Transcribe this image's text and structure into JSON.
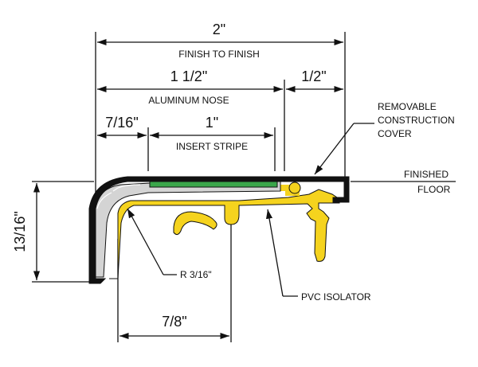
{
  "dimensions": {
    "overall": "2\"",
    "overall_label": "FINISH TO FINISH",
    "nose": "1 1/2\"",
    "nose_label": "ALUMINUM NOSE",
    "cover": "1/2\"",
    "offset": "7/16\"",
    "stripe": "1\"",
    "stripe_label": "INSERT STRIPE",
    "height": "13/16\"",
    "bottom": "7/8\""
  },
  "callouts": {
    "removable_1": "REMOVABLE",
    "removable_2": "CONSTRUCTION",
    "removable_3": "COVER",
    "finished_1": "FINISHED",
    "finished_2": "FLOOR",
    "radius": "R 3/16\"",
    "pvc": "PVC ISOLATOR"
  },
  "colors": {
    "pvc_yellow": "#f5d31e",
    "insert_green": "#3aa64a",
    "aluminum_gray": "#d4d4d4"
  }
}
